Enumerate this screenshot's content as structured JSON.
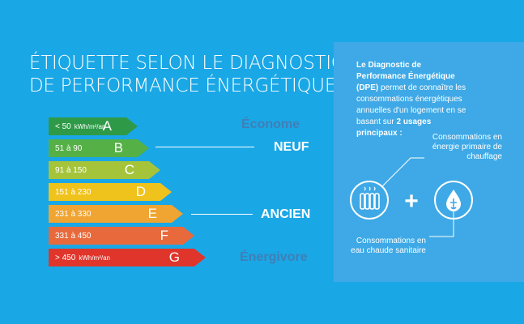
{
  "title_lines": [
    "ÉTIQUETTE SELON LE DIAGNOSTIC",
    "DE PERFORMANCE ÉNERGÉTIQUE"
  ],
  "bars": [
    {
      "range": "< 50",
      "unit": "kWh/m²/an",
      "letter": "A",
      "color": "#2e9a47"
    },
    {
      "range": "51 à 90",
      "unit": "",
      "letter": "B",
      "color": "#55b046"
    },
    {
      "range": "91 à 150",
      "unit": "",
      "letter": "C",
      "color": "#a6c43a"
    },
    {
      "range": "151 à 230",
      "unit": "",
      "letter": "D",
      "color": "#f0c21c"
    },
    {
      "range": "231 à 330",
      "unit": "",
      "letter": "E",
      "color": "#f0a431"
    },
    {
      "range": "331 à 450",
      "unit": "",
      "letter": "F",
      "color": "#e86a3c"
    },
    {
      "range": "> 450",
      "unit": "kWh/m²/an",
      "letter": "G",
      "color": "#e0352b"
    }
  ],
  "labels": {
    "econome": "Économe",
    "neuf": "NEUF",
    "ancien": "ANCIEN",
    "energivore": "Énergivore"
  },
  "panel": {
    "intro_bold": "Le Diagnostic de Performance Énergétique (DPE)",
    "intro_text": " permet de connaître les consommations énergétiques annuelles d'un logement en se basant sur ",
    "intro_bold2": "2 usages principaux :",
    "caption_heating": "Consommations en énergie primaire de chauffage",
    "caption_water": "Consommations en eau chaude sanitaire",
    "plus": "+",
    "heating_icon": "radiator-icon",
    "water_icon": "water-drop-icon"
  }
}
